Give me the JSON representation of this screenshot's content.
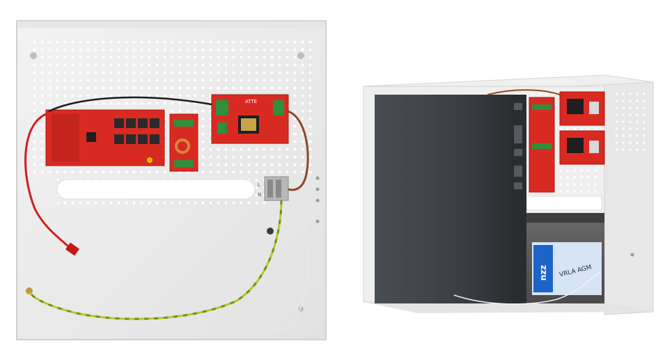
{
  "image": {
    "panel_left": {
      "terminal_labels": [
        "L",
        "N"
      ],
      "psu_brand": "ATTE"
    },
    "panel_right": {
      "battery_brand": "nzz",
      "battery_type": "VRLA AGM"
    }
  },
  "colors": {
    "background": "#ffffff",
    "enclosure": "#eeeeee",
    "enclosure_edge": "#d2d2d2",
    "perforation": "#ffffff",
    "pcb_red": "#d92a21",
    "pcb_dark": "#b31f18",
    "rj45_black": "#2a2a2a",
    "cable_red": "#d01d1d",
    "cable_black": "#1b1b1b",
    "cable_earth_yellow": "#c7c21f",
    "cable_earth_green": "#5a9a2a",
    "cable_brown": "#8a4b22",
    "device_gray": "#3a3d42",
    "battery_gray": "#5a5a5a",
    "battery_label_blue": "#1e64c8",
    "battery_label_light": "#d7e4f5"
  }
}
